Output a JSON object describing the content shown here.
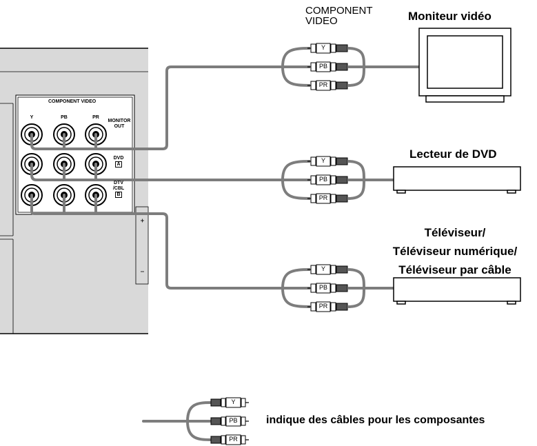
{
  "top_connector_label": [
    "COMPONENT",
    "VIDEO"
  ],
  "devices": {
    "monitor": "Moniteur vidéo",
    "dvd": "Lecteur de DVD",
    "tv": [
      "Téléviseur/",
      "Téléviseur numérique/",
      "Téléviseur par câble"
    ]
  },
  "panel": {
    "title": "COMPONENT VIDEO",
    "jack_labels": [
      "Y",
      "PB",
      "PR"
    ],
    "rows": {
      "monitor": [
        "MONITOR",
        "OUT"
      ],
      "dvd": [
        "DVD",
        "A"
      ],
      "dtv": [
        "DTV",
        "/CBL",
        "B"
      ]
    }
  },
  "plug_labels": [
    "Y",
    "PB",
    "PR"
  ],
  "legend_text": "indique des câbles pour les composantes",
  "colors": {
    "cable": "#7d7d7d",
    "panel": "#d9d9d9",
    "ink": "#000000"
  }
}
